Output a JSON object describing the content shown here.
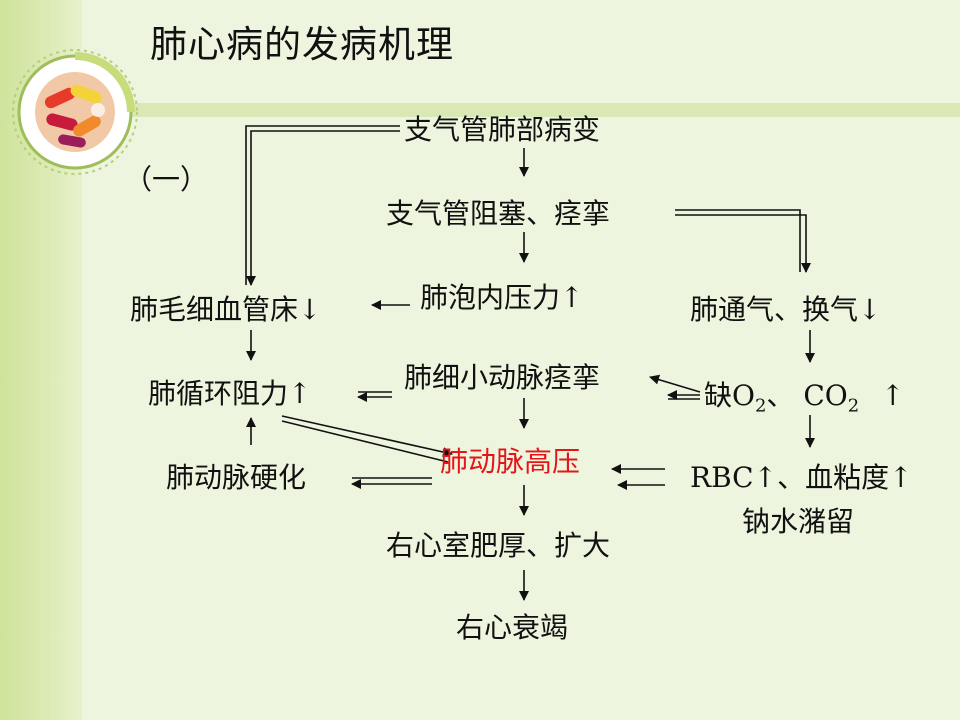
{
  "title": "肺心病的发病机理",
  "section_label": "（一）",
  "nodes": {
    "bronchial_lesion": "支气管肺部病变",
    "bronchial_obstruction": "支气管阻塞、痉挛",
    "alveolar_pressure": "肺泡内压力↑",
    "capillary_bed": "肺毛细血管床↓",
    "ventilation": "肺通气、换气↓",
    "arteriole_spasm": "肺细小动脉痉挛",
    "circulation_resistance": "肺循环阻力↑",
    "hypoxia_prefix": "缺O",
    "hypoxia_sub": "2",
    "co2_prefix": "、 CO",
    "co2_sub": "2",
    "co2_arrow": "↑",
    "pulmonary_hypertension": "肺动脉高压",
    "sclerosis": "肺动脉硬化",
    "rbc_viscosity": "RBC↑、血粘度↑",
    "sodium_water": "钠水潴留",
    "rv_hypertrophy": "右心室肥厚、扩大",
    "rv_failure": "右心衰竭"
  },
  "colors": {
    "accent_red": "#e4161a",
    "left_band": "#cfe39b",
    "background": "#eef5df"
  }
}
